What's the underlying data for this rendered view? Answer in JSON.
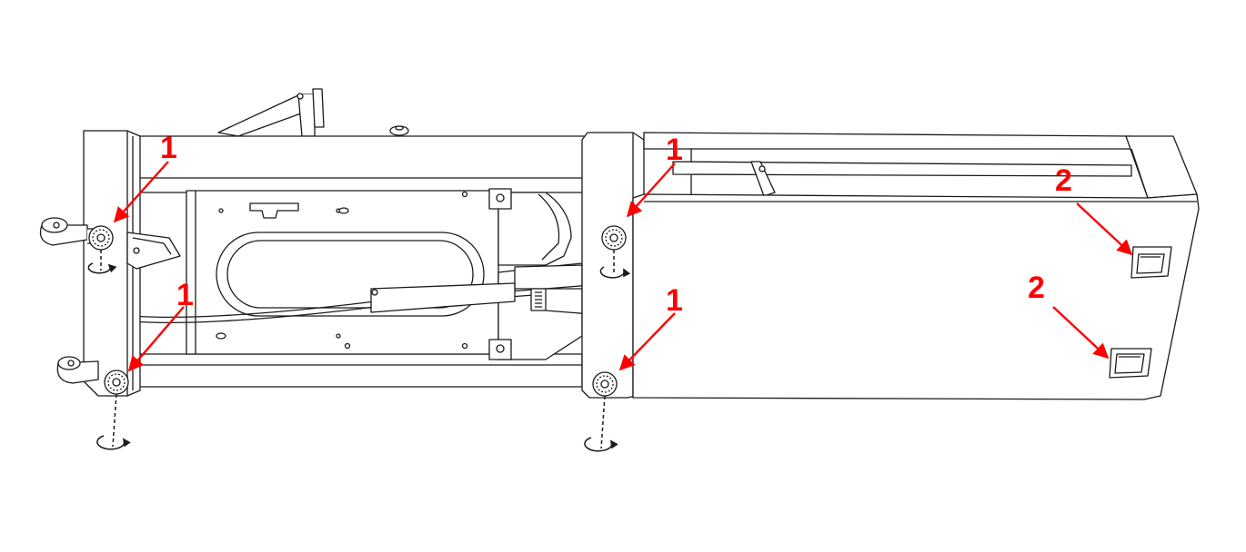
{
  "diagram": {
    "callouts": [
      {
        "id": "foot-front-left-top",
        "label": "1"
      },
      {
        "id": "foot-front-left-bottom",
        "label": "1"
      },
      {
        "id": "foot-mid-top",
        "label": "1"
      },
      {
        "id": "foot-mid-bottom",
        "label": "1"
      },
      {
        "id": "handle-upper",
        "label": "2"
      },
      {
        "id": "handle-lower",
        "label": "2"
      }
    ],
    "colors": {
      "line": "#1a1a1a",
      "callout": "#ff0000",
      "fill": "#ffffff"
    },
    "icons": [
      "rotate-arrow-icon",
      "leveling-foot-icon",
      "caster-wheel-icon",
      "handle-icon"
    ]
  }
}
